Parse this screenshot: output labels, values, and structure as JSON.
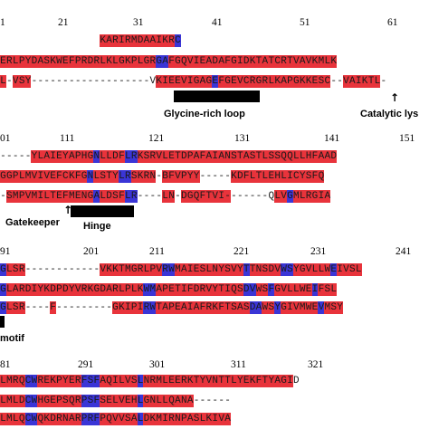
{
  "blocks": [
    {
      "ticks": [
        {
          "label": "1",
          "col": 0
        },
        {
          "label": "21",
          "col": 1
        },
        {
          "label": "31",
          "col": 2
        },
        {
          "label": "41",
          "col": 3
        },
        {
          "label": "51",
          "col": 4
        },
        {
          "label": "61",
          "col": 5
        }
      ],
      "rows": [
        {
          "seq": "                KARIRMDAAIKRC                              ",
          "colors": "                rrrrrrrrrrrrb                              "
        },
        {
          "seq": "ERLPYDASKWEFPRDRLKLGKPLGRGAFGQVIEADAFGIDKTATCRTVAVKMLK",
          "colors": "rrrrrrrrrrrrrrrrrrrrrrrrrbbrrrrrrrrrrrrrrrrrrrrrrrrrrrr"
        },
        {
          "seq": "L-VSY-------------------VKIEEVIGAGEFGEVCRGRLKAPGKKESC--VAIKTL-",
          "colors": "rgrrrggggggggggggggggggggrrrrrrrrrbrrrrrrrrrrrrrrrrrrggrrrrrrg"
        }
      ]
    },
    {
      "ticks": [
        {
          "label": "01",
          "col": 0
        },
        {
          "label": "111",
          "col": 1
        },
        {
          "label": "121",
          "col": 2
        },
        {
          "label": "131",
          "col": 3
        },
        {
          "label": "141",
          "col": 4
        },
        {
          "label": "151",
          "col": 5
        }
      ],
      "rows": [
        {
          "seq": "-----YLAIEYAPHGNLLDFLRKSRVLETDPAFAIANSTASTLSSQQLLHFAAD",
          "colors": "gggggrrrrrrrrrrbrrrrbbrrrrrrrrrrrrrrrrrrrrrrrrrrrrrrrrr"
        },
        {
          "seq": "GGPLMVIVEFCKFGNLSTYLRSKRN-BFVPYY-----KDFLTLEHLICYSFQ",
          "colors": "rrrrrrrrrrrrrrbrrrrbbrrrrgrrrrrrgggggrrrrrrrrrrrrrrrr"
        },
        {
          "seq": "-SMPVMILTEFMENGALDSFLR----LN-DGQFTVI-------QLVGMLRGIA",
          "colors": "grrrrrrrrrrrrrrbrrrrbbggggrrgrrrrrrrrgggggggrrbrrrrrrrr"
        }
      ]
    },
    {
      "ticks": [
        {
          "label": "91",
          "col": 0
        },
        {
          "label": "201",
          "col": 1
        },
        {
          "label": "211",
          "col": 2
        },
        {
          "label": "221",
          "col": 3
        },
        {
          "label": "231",
          "col": 4
        },
        {
          "label": "241",
          "col": 5
        }
      ],
      "rows": [
        {
          "seq": "GLSR------------VKKTMGRLPVRWMAIESLNYSVYTTNSDVWSYGVLLWEIVSL",
          "colors": "brrrggggggggggggrrrrrrrrrrbbrrrrrrrrrrrbrrrrrbbrrrrrrbrrrr"
        },
        {
          "seq": "GLARDIYKDPDYVRKGDARLPLKWMAPETIFDRVYTIQSDVWSFGVLLWEIFSL",
          "colors": "brrrrrrrrrrrrrrrrrrrrrrbbrrrrrrrrrrrrrrbbrrbrrrrrrbrrrr"
        },
        {
          "seq": "GLSR----F---------GKIPIRWTAPEAIAFRKFTSASDAWSYGIVMWEVMSY",
          "colors": "brrrggggrgggggggggrrrrrbbrrrrrrrrrrrrrrrbbrrbrrrrrrbrrrr"
        }
      ]
    },
    {
      "ticks": [
        {
          "label": "81",
          "col": 0
        },
        {
          "label": "291",
          "col": 1
        },
        {
          "label": "301",
          "col": 2
        },
        {
          "label": "311",
          "col": 3
        },
        {
          "label": "321",
          "col": 4
        }
      ],
      "rows": [
        {
          "seq": "LMRQCWREKPYERFSFAQILVSLNRMLEERKTYVNTTLYEKFTYAGID",
          "colors": "rrrrbbrrrrrrrbbbrrrrrrbrrrrrrrrrrrrrrrrrrrrrrrr"
        },
        {
          "seq": "LMLDCWHGEPSQRPSFSELVEHLGNLLQANA------",
          "colors": "rrrrbbrrrrrrrbbbrrrrrrbrrrrrrrrgggggg"
        },
        {
          "seq": "LMLQCWQKDRNARPRFPQVVSALDKMIRNPASLKIVA",
          "colors": "rrrrbbrrrrrrrbbbrrrrrrbrrrrrrrrrrrrrr"
        }
      ]
    }
  ],
  "annotations": {
    "glycine_loop": "Glycine-rich loop",
    "catalytic_lysine": "Catalytic lys",
    "gatekeeper": "Gatekeeper",
    "hinge": "Hinge",
    "motif": "motif",
    "arrow": "↑"
  },
  "colors": {
    "identical": "#e8333b",
    "conserved": "#3a35d6"
  }
}
